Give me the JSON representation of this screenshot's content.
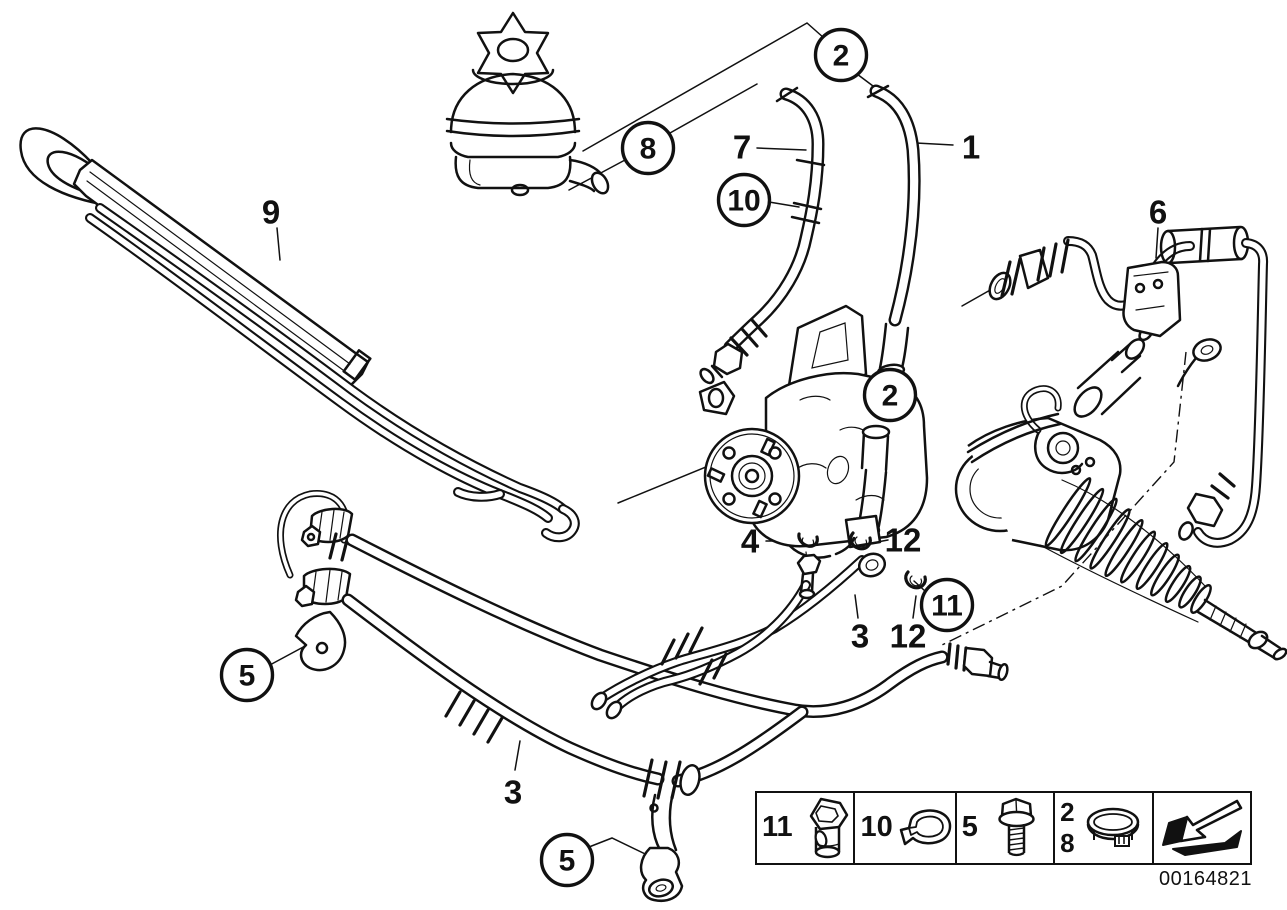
{
  "doc_number": "00164821",
  "callouts": {
    "plain": [
      {
        "label": "9"
      },
      {
        "label": "7"
      },
      {
        "label": "1"
      },
      {
        "label": "6"
      },
      {
        "label": "4"
      },
      {
        "label": "12"
      },
      {
        "label": "3"
      },
      {
        "label": "12"
      },
      {
        "label": "3"
      }
    ],
    "circled": [
      {
        "label": "2"
      },
      {
        "label": "8"
      },
      {
        "label": "10"
      },
      {
        "label": "2"
      },
      {
        "label": "11"
      },
      {
        "label": "5"
      },
      {
        "label": "5"
      }
    ]
  },
  "legend": {
    "cells": [
      {
        "label": "11",
        "icon": "banjo-bolt-icon"
      },
      {
        "label": "10",
        "icon": "retaining-clip-icon"
      },
      {
        "label": "5",
        "icon": "hex-bolt-icon"
      },
      {
        "label": "2",
        "label_secondary": "8",
        "icon": "hose-clamp-icon"
      },
      {
        "icon": "direction-arrow-icon"
      }
    ]
  },
  "colors": {
    "line": "#111111",
    "background": "#ffffff"
  }
}
